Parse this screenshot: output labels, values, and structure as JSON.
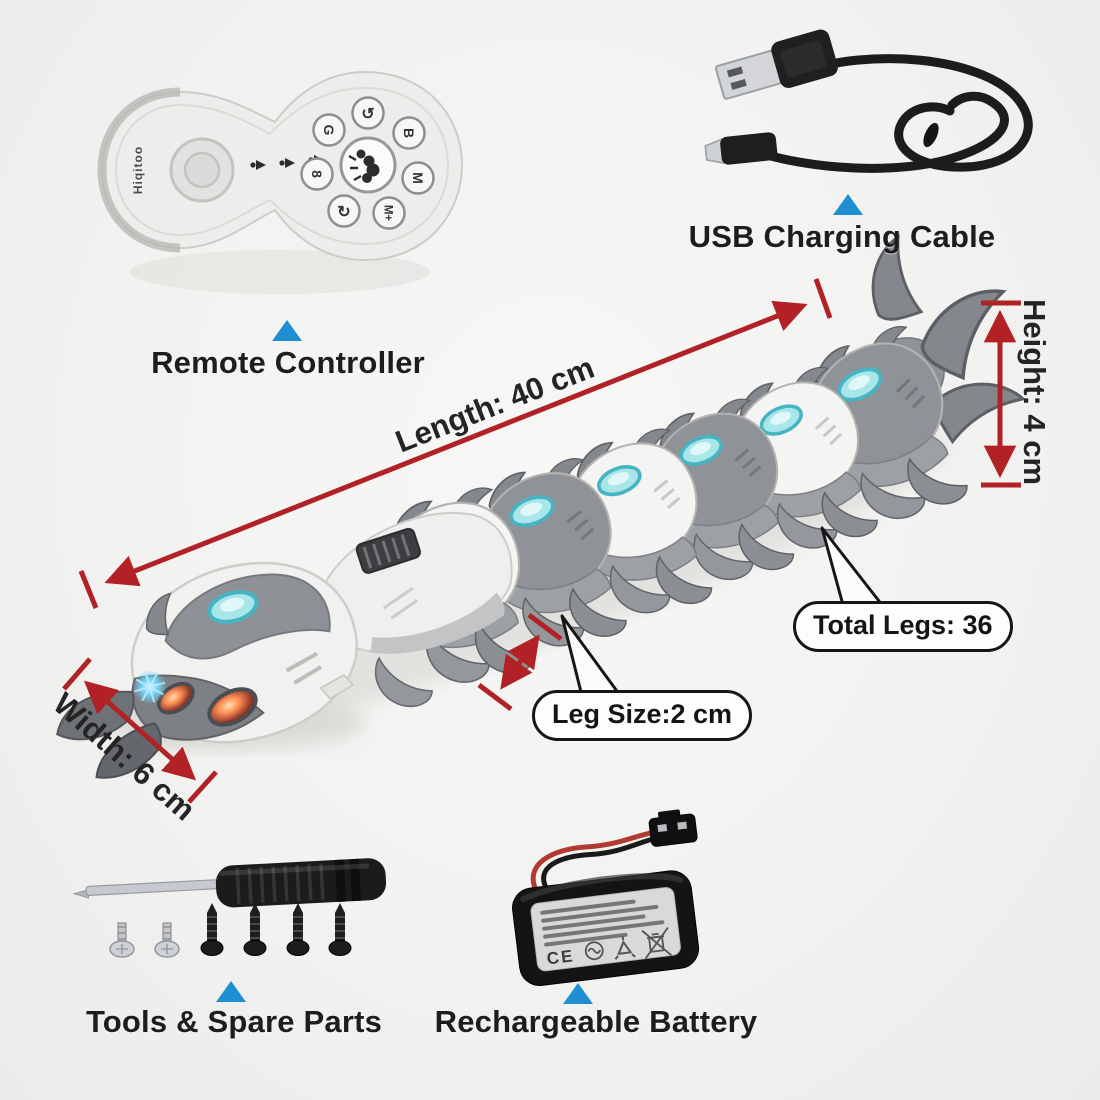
{
  "scene": {
    "background": "#f2f2f0",
    "arrow_color": "#b22126",
    "pointer_color": "#1e8fd2",
    "text_color": "#1d1d1d",
    "robot_light_color": "#a9e6ea"
  },
  "parts": {
    "remote": {
      "label": "Remote Controller",
      "brand": "Hiqitoo",
      "buttons": {
        "top": "↺",
        "upper_right": "B",
        "right": "M",
        "lower_right": "M+",
        "bottom": "↻",
        "lower_left": "8",
        "upper_left": "G"
      }
    },
    "usb_cable": {
      "label": "USB Charging Cable"
    },
    "tools": {
      "label": "Tools & Spare Parts",
      "silver_screws": 2,
      "black_screws": 4
    },
    "battery": {
      "label": "Rechargeable Battery",
      "ce_mark": "CE"
    }
  },
  "specs": {
    "length": "Length: 40 cm",
    "height": "Height: 4 cm",
    "width": "Width: 6 cm",
    "leg_size": "Leg Size:2 cm",
    "total_legs": "Total Legs: 36"
  }
}
